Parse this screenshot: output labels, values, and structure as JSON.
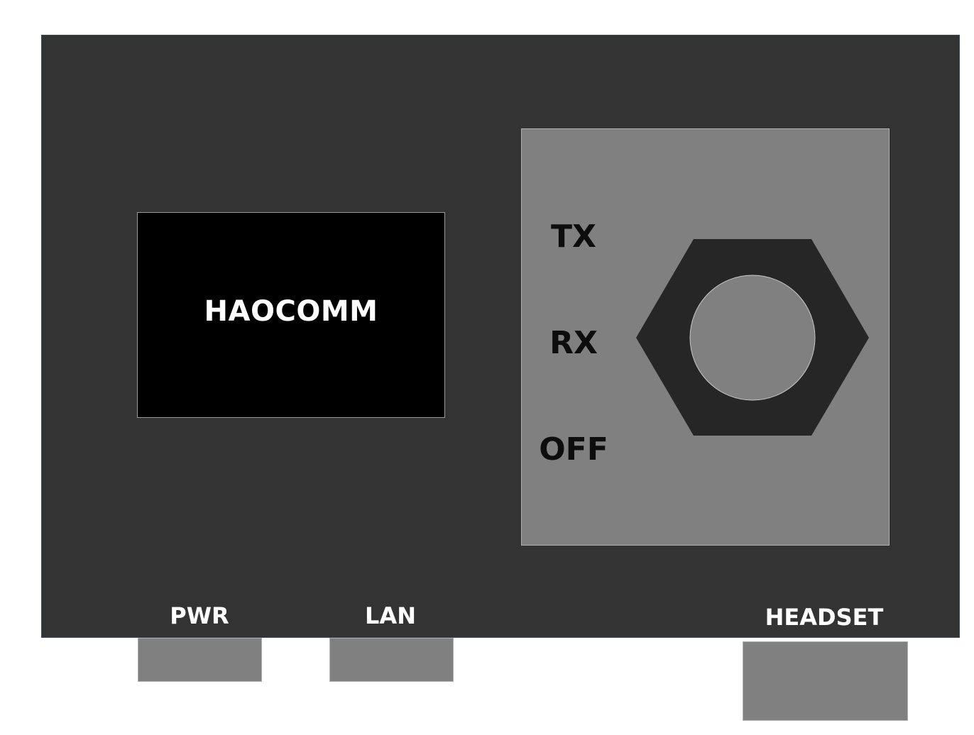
{
  "device": {
    "display_text": "HAOCOMM",
    "colors": {
      "body": "#333333",
      "display": "#000000",
      "panel": "#808080",
      "knob_nut": "#262626",
      "knob_cap": "#808080",
      "port": "#808080"
    }
  },
  "mode_switch": {
    "labels": [
      "TX",
      "RX",
      "OFF"
    ],
    "knob_icon": "hex-nut-knob-icon"
  },
  "ports": {
    "pwr_label": "PWR",
    "lan_label": "LAN",
    "headset_label": "HEADSET"
  }
}
